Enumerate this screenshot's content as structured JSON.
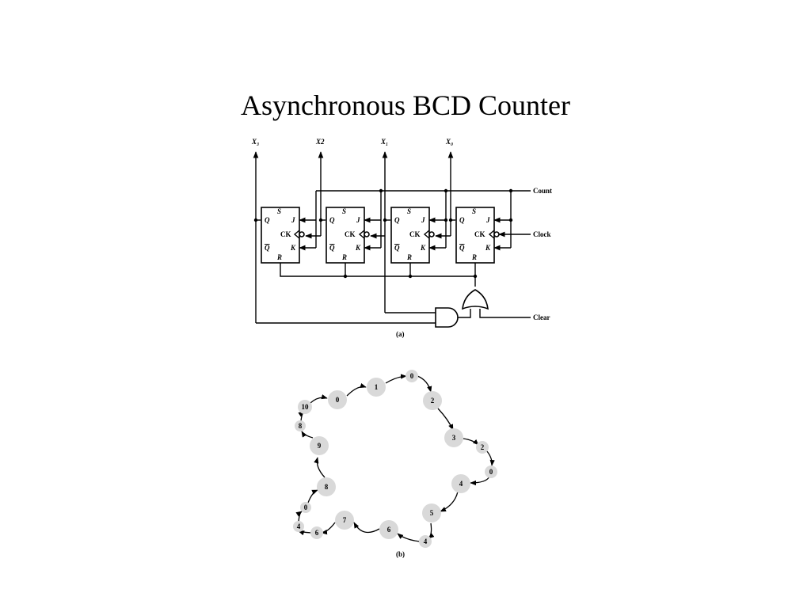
{
  "title": "Asynchronous BCD Counter",
  "circuit": {
    "outputs": [
      "X₃",
      "X2",
      "X₁",
      "X₀"
    ],
    "pin_labels": {
      "s": "S",
      "r": "R",
      "q": "Q",
      "qbar": "Q",
      "j": "J",
      "k": "K",
      "ck": "CK"
    },
    "signals": {
      "count": "Count",
      "clock": "Clock",
      "clear": "Clear"
    },
    "caption": "(a)"
  },
  "state_diagram": {
    "caption": "(b)",
    "states": [
      "0",
      "1",
      "0",
      "2",
      "3",
      "2",
      "0",
      "4",
      "5",
      "4",
      "6",
      "7",
      "6",
      "4",
      "0",
      "8",
      "9",
      "8",
      "10"
    ]
  }
}
